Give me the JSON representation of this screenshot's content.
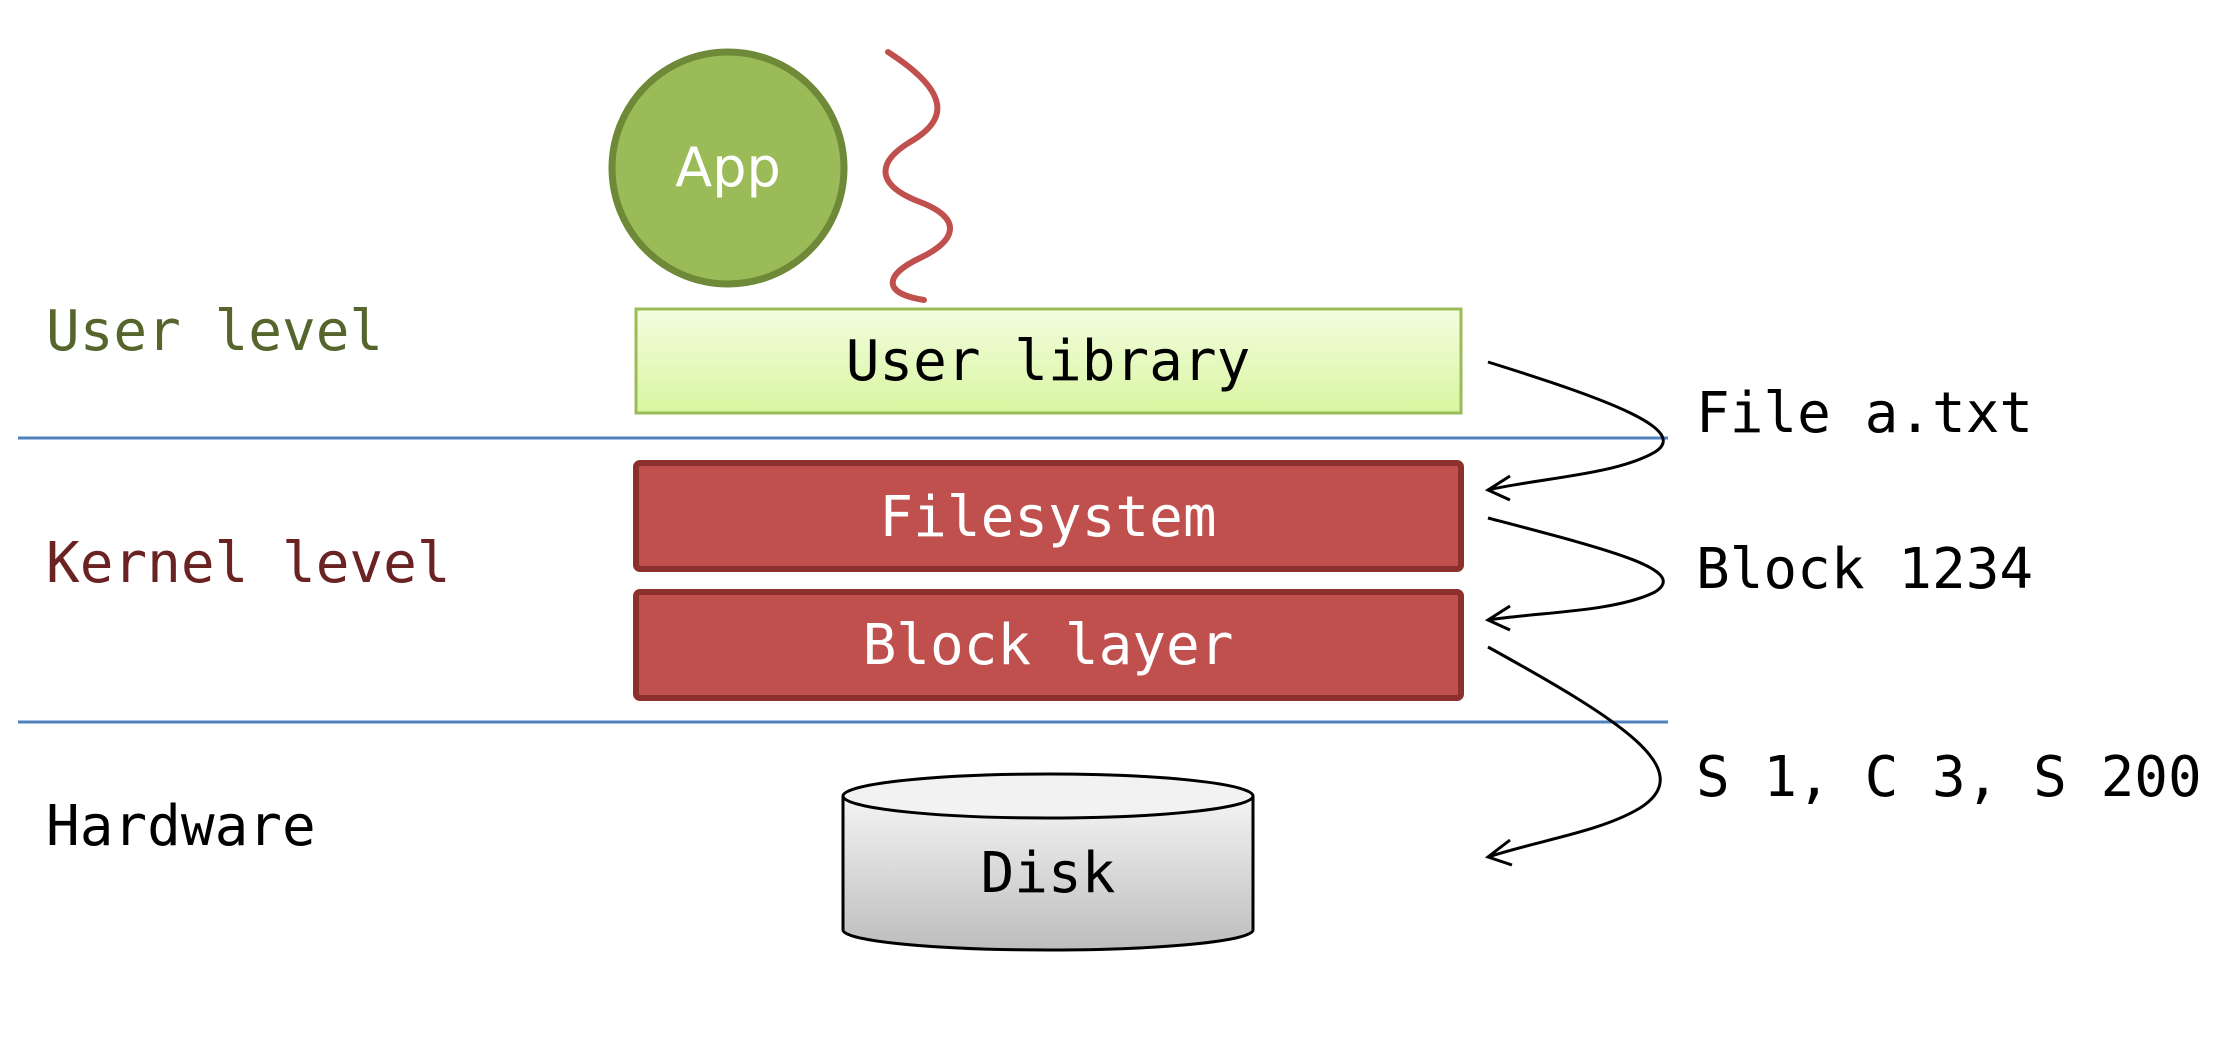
{
  "levels": {
    "user": {
      "label": "User level",
      "color": "#56652b"
    },
    "kernel": {
      "label": "Kernel level",
      "color": "#6b2222"
    },
    "hardware": {
      "label": "Hardware",
      "color": "#000000"
    }
  },
  "app": {
    "label": "App",
    "fill": "#9bbb59",
    "stroke": "#6e8a38"
  },
  "layers": {
    "user_library": {
      "label": "User library",
      "fill": "#e6f8b8",
      "stroke": "#9bbb59"
    },
    "filesystem": {
      "label": "Filesystem",
      "fill": "#c0504d",
      "stroke": "#8c2f2d"
    },
    "block_layer": {
      "label": "Block layer",
      "fill": "#c0504d",
      "stroke": "#8c2f2d"
    }
  },
  "disk": {
    "label": "Disk"
  },
  "annotations": {
    "file": "File a.txt",
    "block": "Block 1234",
    "sectors": "S 1, C 3, S 200"
  },
  "colors": {
    "divider": "#4f81bd",
    "thread": "#c0504d"
  }
}
